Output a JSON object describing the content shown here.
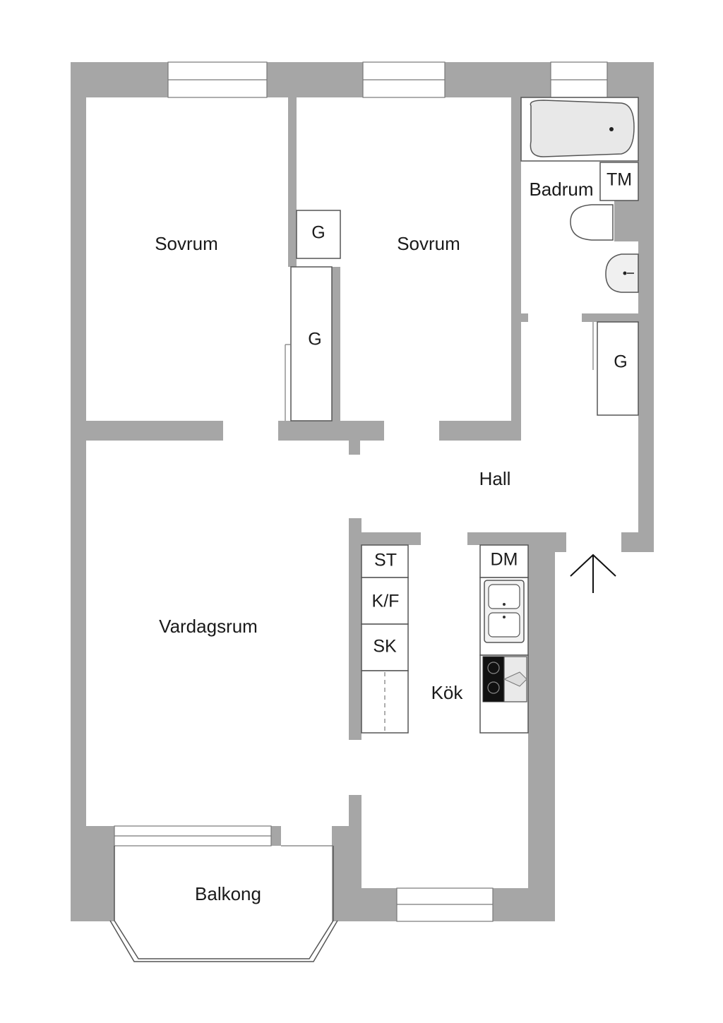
{
  "rooms": {
    "sovrum_1": "Sovrum",
    "sovrum_2": "Sovrum",
    "badrum": "Badrum",
    "hall": "Hall",
    "vardagsrum": "Vardagsrum",
    "kok": "Kök",
    "balkong": "Balkong"
  },
  "fixtures": {
    "garderob_1": "G",
    "garderob_2": "G",
    "garderob_3": "G",
    "tvattmaskin": "TM",
    "stad": "ST",
    "kyl_frys": "K/F",
    "skafferi": "SK",
    "diskmaskin": "DM"
  },
  "colors": {
    "wall": "#a6a6a6",
    "background": "#ffffff",
    "text": "#1a1a1a"
  }
}
